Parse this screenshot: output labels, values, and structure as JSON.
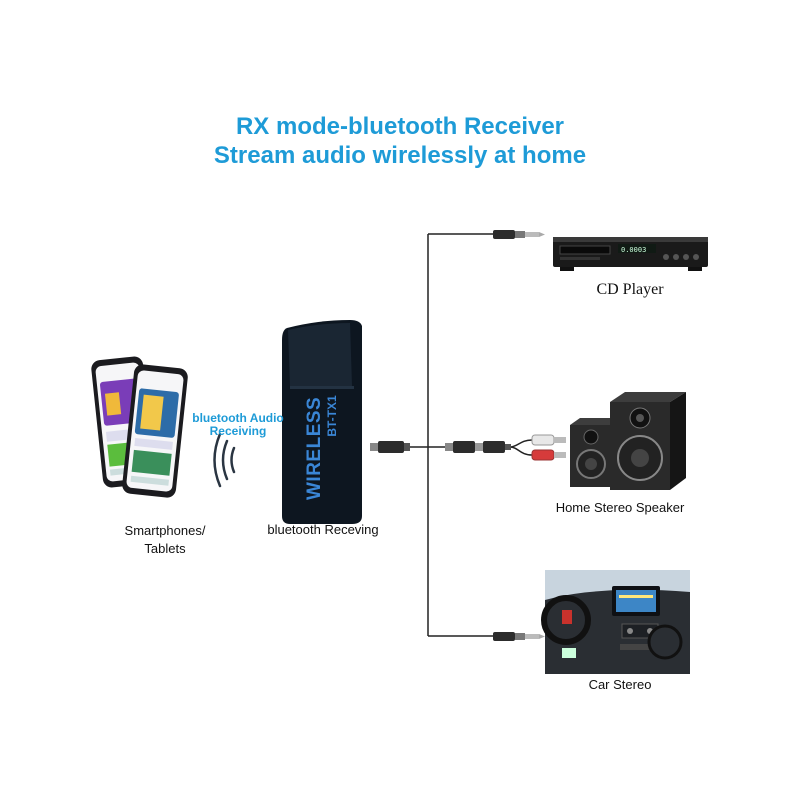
{
  "header": {
    "title_line1": "RX mode-bluetooth Receiver",
    "title_line2": "Stream audio wirelessly at home"
  },
  "source": {
    "label_line1": "Smartphones/",
    "label_line2": "Tablets",
    "signal_label_line1": "bluetooth Audio",
    "signal_label_line2": "Receiving"
  },
  "receiver": {
    "label": "bluetooth Receving",
    "device_text": "WIRELESS",
    "model_text": "BT-TX1"
  },
  "outputs": [
    {
      "label": "CD Player"
    },
    {
      "label": "Home Stereo Speaker"
    },
    {
      "label": "Car Stereo"
    }
  ],
  "colors": {
    "accent": "#1e9bd7",
    "device_body": "#0d1620",
    "wire": "#222222"
  }
}
